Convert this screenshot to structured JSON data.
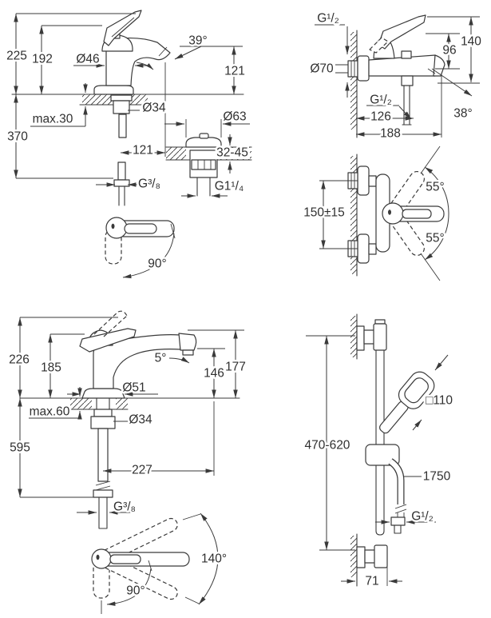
{
  "canvas": {
    "background": "#ffffff",
    "ink": "#3a3a3a"
  },
  "basin": {
    "labels": {
      "total_height": "225",
      "body_height": "192",
      "handle_width": "Ø46",
      "spout_angle": "39°",
      "outlet_height": "121",
      "max_deck": "max.30",
      "below_deck": "370",
      "hole_dia": "Ø34",
      "spout_reach": "121",
      "supply_thread": "G³/₈",
      "handle_swivel": "90°"
    }
  },
  "waste": {
    "labels": {
      "cap_dia": "Ø63",
      "deck_thickness": "32-45",
      "thread": "G1¹/₄"
    }
  },
  "bath": {
    "labels": {
      "inlet_thread": "G¹/₂",
      "total_height": "140",
      "upper_height": "96",
      "escutcheon_dia": "Ø70",
      "outlet_thread": "G¹/₂",
      "inner_reach": "126",
      "spout_angle": "38°",
      "total_reach": "188",
      "inlet_spacing": "150±15",
      "handle_up": "55°",
      "handle_down": "55°"
    }
  },
  "kitchen": {
    "labels": {
      "total_height": "226",
      "body_height": "185",
      "spout_tilt": "5°",
      "outlet_height": "146",
      "spout_top_height": "177",
      "base_dia": "Ø51",
      "max_deck": "max.60",
      "hole_dia": "Ø34",
      "below_deck": "595",
      "spout_reach": "227",
      "supply_thread": "G³/₈",
      "spout_swivel": "140°",
      "handle_swivel": "90°"
    }
  },
  "shower": {
    "labels": {
      "bar_range": "470-620",
      "head_size": "□110",
      "hose_length": "1750",
      "thread": "G¹/₂",
      "bracket_depth": "71"
    }
  }
}
